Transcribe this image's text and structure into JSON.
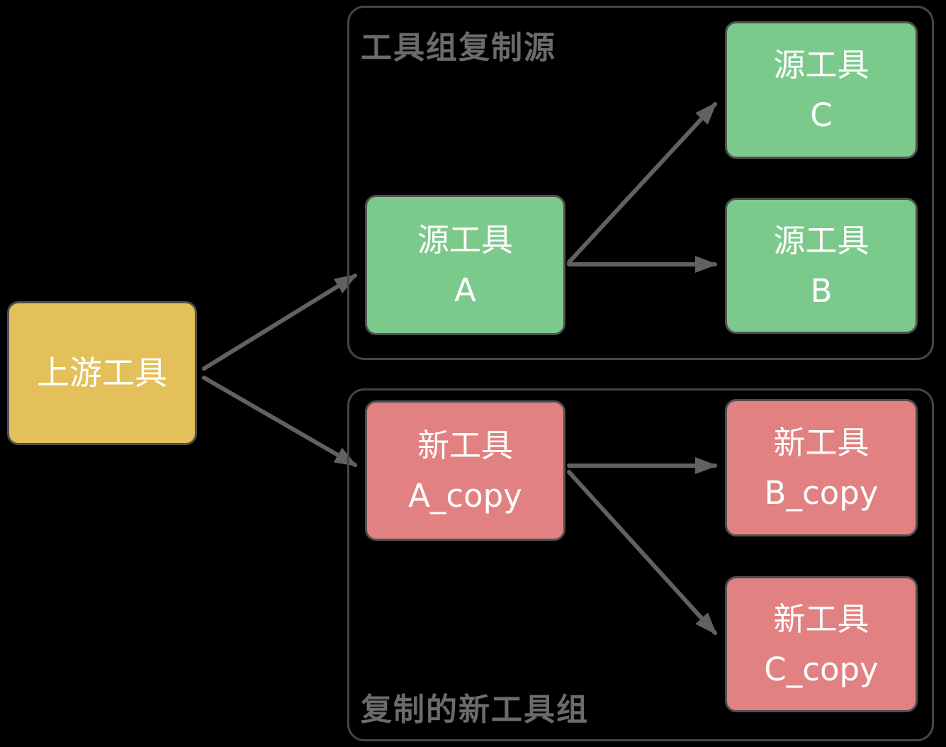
{
  "colors": {
    "bg": "#000000",
    "upstream_fill": "#e4c05a",
    "source_fill": "#7cca8b",
    "copy_fill": "#e28181",
    "node_border": "#4f4f4f",
    "node_text": "#ffffff",
    "group_border": "#454545",
    "group_title": "#6b6b6b",
    "arrow_color": "#616161"
  },
  "upstream_node": {
    "label": "上游工具"
  },
  "source_group": {
    "title": "工具组复制源",
    "node_a": {
      "line1": "源工具",
      "line2": "A"
    },
    "node_c": {
      "line1": "源工具",
      "line2": "C"
    },
    "node_b": {
      "line1": "源工具",
      "line2": "B"
    }
  },
  "copy_group": {
    "title": "复制的新工具组",
    "node_a_copy": {
      "line1": "新工具",
      "line2": "A_copy"
    },
    "node_b_copy": {
      "line1": "新工具",
      "line2": "B_copy"
    },
    "node_c_copy": {
      "line1": "新工具",
      "line2": "C_copy"
    }
  },
  "edges": [
    {
      "from": "上游工具",
      "to": "源工具 A"
    },
    {
      "from": "上游工具",
      "to": "新工具 A_copy"
    },
    {
      "from": "源工具 A",
      "to": "源工具 C"
    },
    {
      "from": "源工具 A",
      "to": "源工具 B"
    },
    {
      "from": "新工具 A_copy",
      "to": "新工具 B_copy"
    },
    {
      "from": "新工具 A_copy",
      "to": "新工具 C_copy"
    }
  ]
}
